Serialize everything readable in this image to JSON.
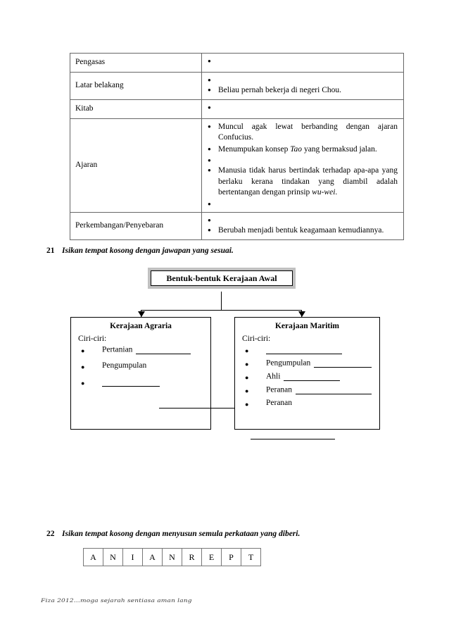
{
  "table": {
    "rows": [
      {
        "label": "Pengasas",
        "items": [
          {
            "text": "",
            "empty": true
          }
        ]
      },
      {
        "label": "Latar belakang",
        "items": [
          {
            "text": "",
            "empty": true
          },
          {
            "text": "Beliau pernah bekerja di negeri Chou.",
            "empty": false
          }
        ]
      },
      {
        "label": "Kitab",
        "items": [
          {
            "text": "",
            "empty": true
          }
        ]
      },
      {
        "label": "Ajaran",
        "items": [
          {
            "text": "Muncul agak lewat berbanding dengan ajaran Confucius.",
            "empty": false
          },
          {
            "text": "Menumpukan konsep Tao yang bermaksud jalan.",
            "empty": false,
            "italic_word": "Tao"
          },
          {
            "text": "",
            "empty": true
          },
          {
            "text": "Manusia tidak harus bertindak terhadap apa-apa yang berlaku kerana tindakan yang diambil adalah bertentangan dengan prinsip wu-wei.",
            "empty": false,
            "italic_word": "wu-wei"
          },
          {
            "text": "",
            "empty": true
          }
        ]
      },
      {
        "label": "Perkembangan/Penyebaran",
        "items": [
          {
            "text": "",
            "empty": true
          },
          {
            "text": "Berubah menjadi bentuk keagamaan kemudiannya.",
            "empty": false
          }
        ]
      }
    ]
  },
  "question21": {
    "number": "21",
    "instruction": "Isikan tempat kosong dengan jawapan yang sesuai."
  },
  "flowchart": {
    "title": "Bentuk-bentuk Kerajaan Awal",
    "branches": [
      {
        "title": "Kerajaan Agraria",
        "subtitle": "Ciri-ciri:",
        "items": [
          "Pertanian",
          "Pengumpulan",
          ""
        ]
      },
      {
        "title": "Kerajaan Maritim",
        "subtitle": "Ciri-ciri:",
        "items": [
          "",
          "Pengumpulan",
          "Ahli",
          "Peranan",
          "Peranan"
        ]
      }
    ]
  },
  "question22": {
    "number": "22",
    "instruction": "Isikan tempat kosong dengan menyusun semula perkataan yang diberi.",
    "letters": [
      "A",
      "N",
      "I",
      "A",
      "N",
      "R",
      "E",
      "P",
      "T"
    ]
  },
  "footer": {
    "text": "Fiza 2012…moga sejarah sentiasa aman lang"
  }
}
